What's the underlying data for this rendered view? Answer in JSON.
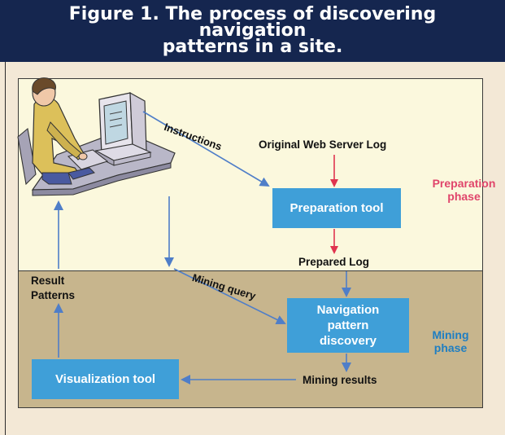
{
  "figure": {
    "title": "Figure 1. The process of discovering navigation\npatterns in a site."
  },
  "phases": {
    "preparation": "Preparation\nphase",
    "mining": "Mining\nphase"
  },
  "boxes": {
    "preparation_tool": "Preparation tool",
    "navigation_pattern_discovery": "Navigation\npattern\ndiscovery",
    "visualization_tool": "Visualization tool"
  },
  "labels": {
    "original_log": "Original Web Server Log",
    "prepared_log": "Prepared Log",
    "result_patterns": "Result\nPatterns",
    "mining_results": "Mining results",
    "instructions": "Instructions",
    "mining_query": "Mining query"
  },
  "colors": {
    "title_bg": "#15264f",
    "box_fill": "#3f9fd8",
    "data_arrow": "#e0344f",
    "flow_arrow": "#4f7ec8",
    "preparation_phase": "#e0456b",
    "mining_phase": "#1f7ec2"
  },
  "icons": {
    "user_at_computer": "person-at-computer-illustration"
  }
}
